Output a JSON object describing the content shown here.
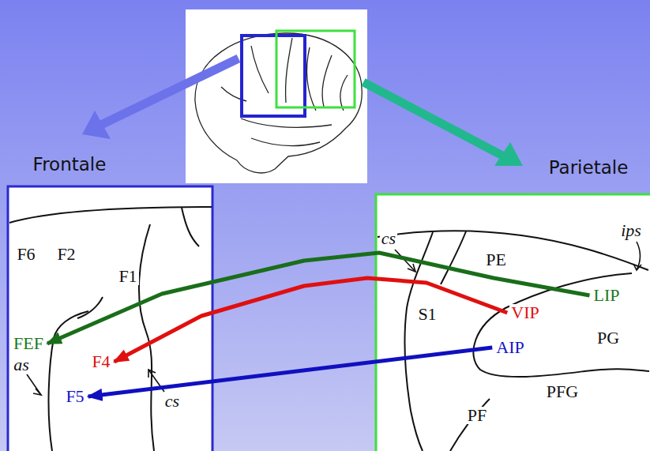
{
  "diagram": {
    "nodes": [
      {
        "text": [
          "FEF"
        ]
      },
      {
        "text": [
          "F4"
        ]
      },
      {
        "text": [
          "F5"
        ]
      },
      {
        "text": [
          "LIP"
        ]
      },
      {
        "text": [
          "VIP"
        ]
      },
      {
        "text": [
          "AIP"
        ]
      }
    ],
    "edges": [
      {
        "from": 3,
        "to": 0,
        "arrow": "to"
      },
      {
        "from": 4,
        "to": 1,
        "arrow": "to"
      },
      {
        "from": 5,
        "to": 2,
        "arrow": "to"
      }
    ],
    "labels": [
      "Frontale",
      "Parietale",
      "F6",
      "F2",
      "F1",
      "as",
      "cs",
      "cs",
      "PE",
      "ips",
      "S1",
      "PG",
      "PFG",
      "PF"
    ]
  }
}
